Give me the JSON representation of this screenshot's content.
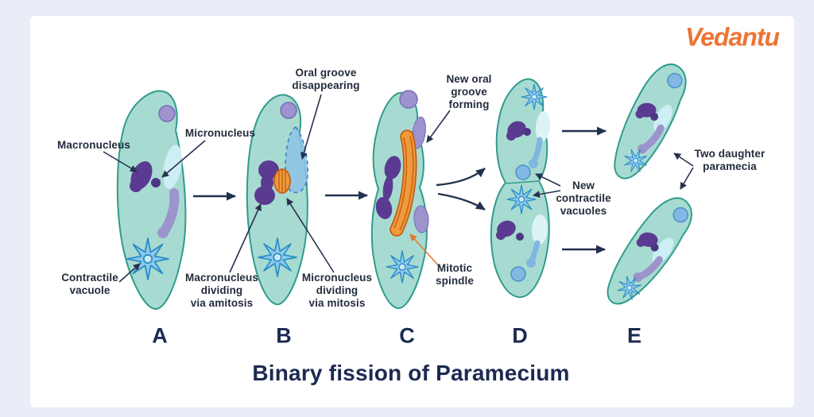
{
  "page": {
    "background": "#e9edf7",
    "card_background": "#ffffff"
  },
  "logo": {
    "text": "Vedantu",
    "color": "#ed7434"
  },
  "title": {
    "text": "Binary fission of Paramecium",
    "color": "#1c2a52"
  },
  "stage_letters": [
    "A",
    "B",
    "C",
    "D",
    "E"
  ],
  "labels": {
    "macronucleus": "Macronucleus",
    "micronucleus": "Micronucleus",
    "contractile_vacuole": "Contractile\nvacuole",
    "oral_groove_disappearing": "Oral groove\ndisappearing",
    "macronucleus_dividing": "Macronucleus\ndividing\nvia amitosis",
    "micronucleus_dividing": "Micronucleus\ndividing\nvia mitosis",
    "new_oral_groove": "New oral\ngroove\nforming",
    "mitotic_spindle": "Mitotic\nspindle",
    "new_contractile_vacuoles": "New\ncontractile\nvacuoles",
    "two_daughter_paramecia": "Two daughter\nparamecia"
  },
  "colors": {
    "cell_body": "#a7dbd1",
    "cell_outline": "#2f9c8c",
    "macronucleus": "#5a3b91",
    "micronucleus": "#4f3585",
    "oral_groove_pale": "#cdeef5",
    "gullet": "#9d93cd",
    "vacuole_star_fill": "#8cc9ec",
    "vacuole_star_outline": "#2b8cc4",
    "mitotic_spindle": "#f09a3c",
    "mitotic_spindle_outline": "#c05f14",
    "new_vacuole_circle": "#82b9e4",
    "top_vesicle_purple": "#9e92cf",
    "top_vesicle_blue": "#82b9e4",
    "dashed_oral_groove": "#8ec3e6",
    "arrow": "#22304f",
    "annotation_orange": "#e07b28",
    "label_text": "#232c3d"
  }
}
